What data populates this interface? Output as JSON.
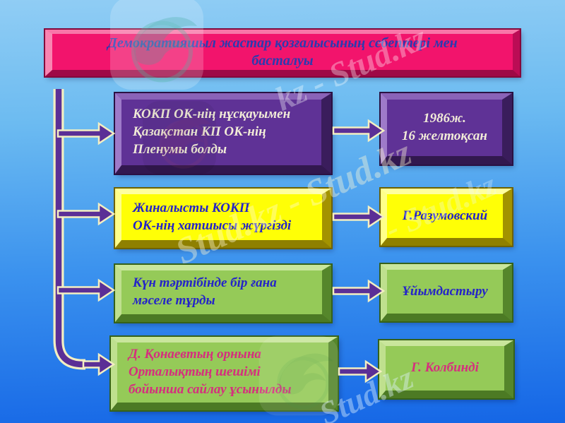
{
  "slide": {
    "title": "Демократияшыл жастар қозғалысының себептері мен\nбасталуы"
  },
  "rows": [
    {
      "left": "КОКП  ОК-нің нұсқауымен\nҚазақстан КП ОК-нің\nПленумы болды",
      "right": "1986ж.\n16 желтоқсан"
    },
    {
      "left": "Жиналысты КОКП\nОК-нің  хатшысы жүргізді",
      "right": "Г.Разумовский"
    },
    {
      "left": "Күн тәртібінде бір ғана\nмәселе тұрды",
      "right": "Ұйымдастыру"
    },
    {
      "left": "Д. Қонаевтың орнына\nОрталықтың шешімі\nбойынша сайлау ұсынылды",
      "right": "Г. Колбинді"
    }
  ],
  "watermarks": {
    "brand": "Stud.kz",
    "texts": [
      "kz - Stud.kz",
      "Stud.kz - Stud.kz",
      "- Stud.kz",
      "Stud.kz"
    ]
  },
  "colors": {
    "background_top": "#90CDF4",
    "background_bottom": "#1566E6",
    "title_fill": "#F2146C",
    "title_text": "#2B3BAF",
    "purple_fill": "#5F3296",
    "purple_text": "#F2ECD8",
    "yellow_fill": "#FFFF06",
    "green_fill": "#95CA58",
    "blue_text": "#2424C8",
    "pink_text": "#D62E7E",
    "connector_fill": "#5B2F96",
    "connector_outline": "#F3EFC2"
  }
}
